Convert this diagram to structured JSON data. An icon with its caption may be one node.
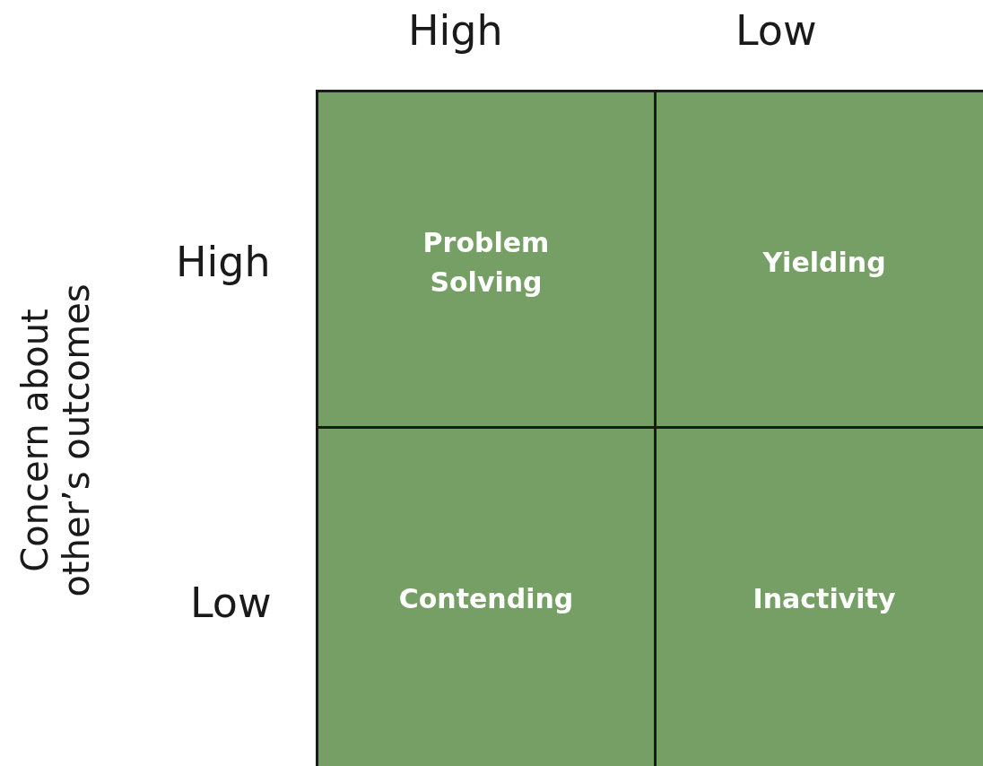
{
  "diagram": {
    "nodes": [
      {
        "text": [
          "Problem Solving"
        ]
      },
      {
        "text": [
          "Yielding"
        ]
      },
      {
        "text": [
          "Contending"
        ]
      },
      {
        "text": [
          "Inactivity"
        ]
      }
    ],
    "labels": [
      "High",
      "Low",
      "Concern about other’s outcomes",
      "High",
      "Low"
    ]
  }
}
